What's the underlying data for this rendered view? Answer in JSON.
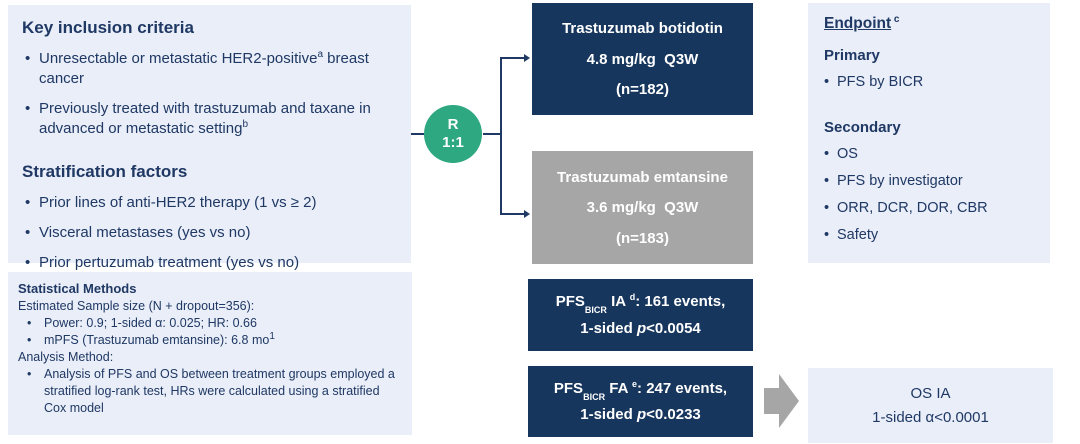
{
  "colors": {
    "navy_box": "#17365d",
    "panel_light_blue": "#e9eef8",
    "randomization_green": "#2ea880",
    "gray_box": "#a6a6a6",
    "text_navy": "#1f3864",
    "box_text_white": "#ffffff"
  },
  "inclusion": {
    "title": "Key inclusion criteria",
    "bullet1_pre": "Unresectable or metastatic HER2-positive",
    "bullet1_sup": "a",
    "bullet1_post": " breast cancer",
    "bullet2_pre": "Previously treated with trastuzumab and taxane in advanced or metastatic setting",
    "bullet2_sup": "b",
    "strat_title": "Stratification factors",
    "strat_bullets": [
      "Prior lines of anti-HER2 therapy (1 vs ≥ 2)",
      "Visceral metastases (yes vs no)",
      "Prior pertuzumab treatment (yes vs no)"
    ]
  },
  "stats": {
    "title": "Statistical Methods",
    "line1": "Estimated Sample size (N + dropout=356):",
    "bullet1": "Power: 0.9; 1-sided α: 0.025; HR: 0.66",
    "bullet2_pre": "mPFS (Trastuzumab emtansine): 6.8 mo",
    "bullet2_sup": "1",
    "line2": "Analysis Method:",
    "bullet3": "Analysis of PFS and OS between treatment groups employed a stratified log-rank test, HRs were calculated using a stratified Cox model"
  },
  "randomization": {
    "letter": "R",
    "ratio": "1:1"
  },
  "arm_top": {
    "line1": "Trastuzumab botidotin",
    "line2": "4.8 mg/kg  Q3W",
    "line3": "(n=182)"
  },
  "arm_bottom": {
    "line1": "Trastuzumab emtansine",
    "line2": "3.6 mg/kg  Q3W",
    "line3": "(n=183)"
  },
  "pfs_ia": {
    "pfs": "PFS",
    "sub": "BICR",
    "mid": " IA ",
    "sup": "d",
    "rest": ": 161 events,",
    "l2_pre": "1-sided ",
    "l2_p": "p",
    "l2_post": "<0.0054"
  },
  "pfs_fa": {
    "pfs": "PFS",
    "sub": "BICR",
    "mid": " FA ",
    "sup": "e",
    "rest": ": 247 events,",
    "l2_pre": "1-sided ",
    "l2_p": "p",
    "l2_post": "<0.0233"
  },
  "endpoint": {
    "title": "Endpoint",
    "title_sup": " c",
    "primary_title": "Primary",
    "primary_bullets": [
      "PFS by BICR"
    ],
    "secondary_title": "Secondary",
    "secondary_bullets": [
      "OS",
      "PFS by investigator",
      "ORR, DCR, DOR, CBR",
      "Safety"
    ]
  },
  "os_ia": {
    "line1": "OS IA",
    "line2": "1-sided α<0.0001"
  }
}
